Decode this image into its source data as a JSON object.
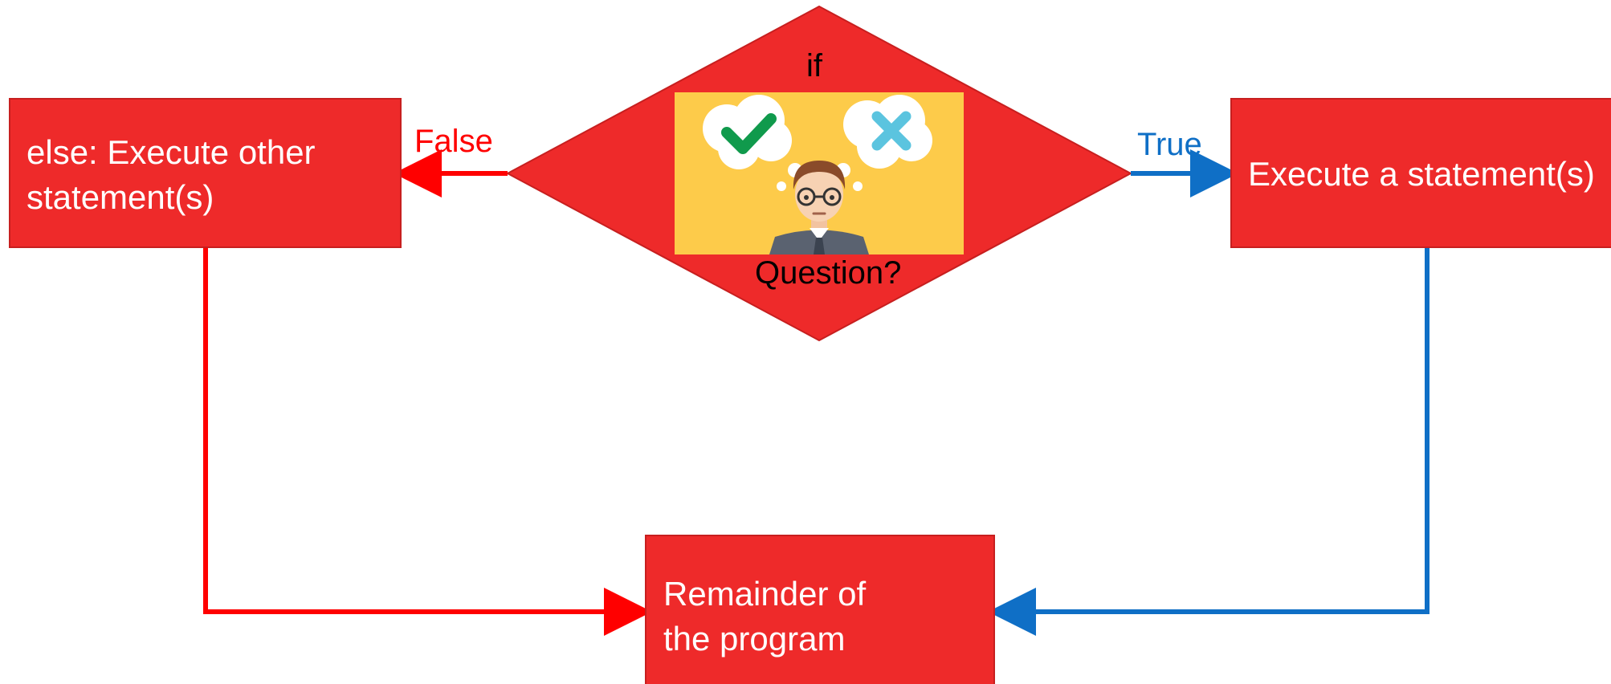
{
  "decision": {
    "top_label": "if",
    "bottom_label": "Question?",
    "illustration": {
      "background": "#fdcb4a",
      "yes_icon": "checkmark-icon",
      "no_icon": "cross-icon",
      "figure": "person-thinking-icon"
    }
  },
  "branches": {
    "false_label": "False",
    "true_label": "True"
  },
  "boxes": {
    "else_line1": "else: Execute other",
    "else_line2": "statement(s)",
    "true_text": "Execute a statement(s)",
    "remainder_line1": "Remainder of",
    "remainder_line2": "the program"
  },
  "colors": {
    "box_fill": "#ee2a2a",
    "false_arrow": "#ff0000",
    "true_arrow": "#0f6fc6",
    "diamond": "#ee2a2a"
  }
}
